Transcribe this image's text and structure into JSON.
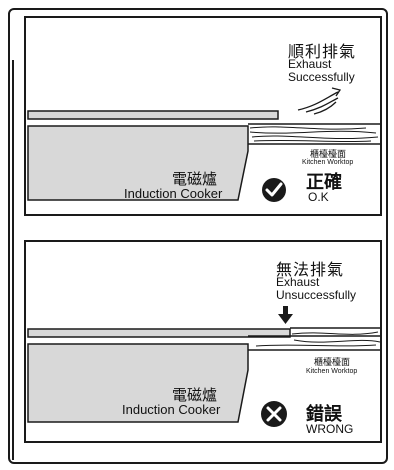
{
  "panels": {
    "correct": {
      "exhaust_zh": "順利排氣",
      "exhaust_en_line1": "Exhaust",
      "exhaust_en_line2": "Successfully",
      "worktop_zh": "櫃檯檯面",
      "worktop_en": "Kitchen Worktop",
      "cooker_zh": "電磁爐",
      "cooker_en": "Induction Cooker",
      "status_zh": "正確",
      "status_en": "O.K",
      "status_icon": "check-circle-icon"
    },
    "wrong": {
      "exhaust_zh": "無法排氣",
      "exhaust_en_line1": "Exhaust",
      "exhaust_en_line2": "Unsuccessfully",
      "worktop_zh": "櫃檯檯面",
      "worktop_en": "Kitchen Worktop",
      "cooker_zh": "電磁爐",
      "cooker_en": "Induction Cooker",
      "status_zh": "錯誤",
      "status_en": "WRONG",
      "status_icon": "x-circle-icon"
    }
  },
  "colors": {
    "cooker_fill": "#d8d8d8",
    "outline": "#1a1a1a"
  }
}
